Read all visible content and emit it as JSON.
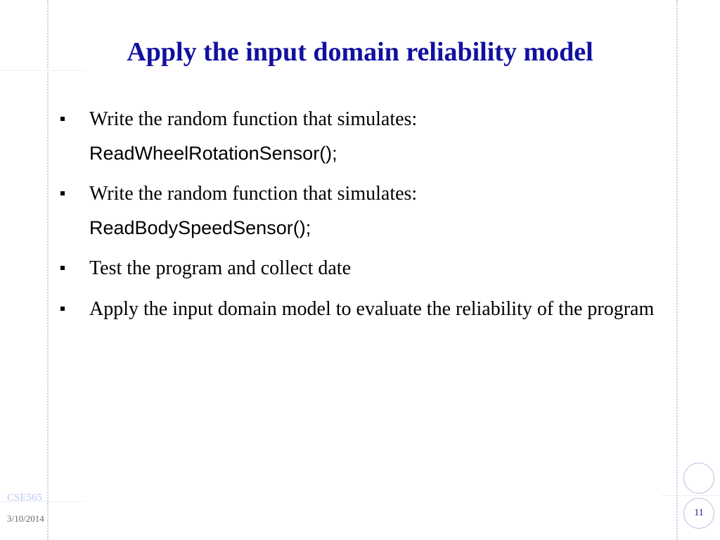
{
  "slide": {
    "title": "Apply the input domain reliability model",
    "bullets": [
      {
        "text": "Write the random function that simulates:",
        "code": "ReadWheelRotationSensor();"
      },
      {
        "text": "Write the random function that simulates:",
        "code": "ReadBodySpeedSensor();"
      },
      {
        "text": "Test the program and collect date",
        "code": ""
      },
      {
        "text": "Apply the input domain model to evaluate the reliability of the program",
        "code": ""
      }
    ]
  },
  "footer": {
    "course": "CSE565",
    "date": "3/10/2014",
    "page_number": "11"
  },
  "colors": {
    "title": "#1010a0",
    "course": "#b8c8ec",
    "decor_line": "#c9cbe8"
  }
}
